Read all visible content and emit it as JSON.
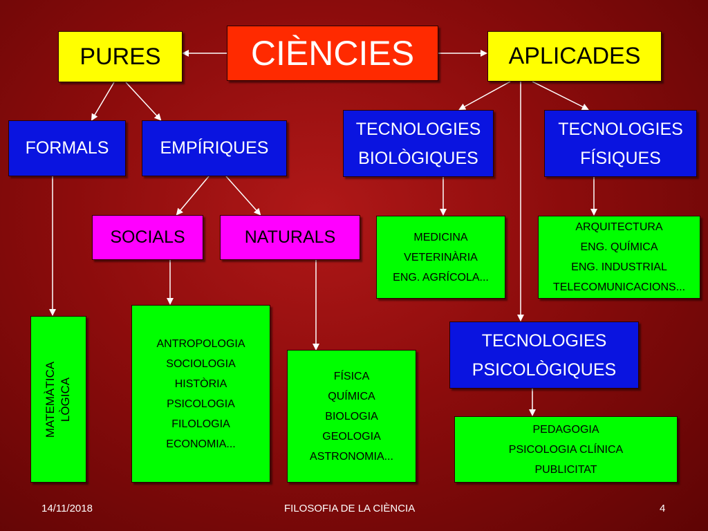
{
  "nodes": {
    "ciencies": "CIÈNCIES",
    "pures": "PURES",
    "aplicades": "APLICADES",
    "formals": "FORMALS",
    "empiriques": "EMPÍRIQUES",
    "socials": "SOCIALS",
    "naturals": "NATURALS",
    "tec_biologiques": [
      "TECNOLOGIES",
      "BIOLÒGIQUES"
    ],
    "tec_fisiques": [
      "TECNOLOGIES",
      "FÍSIQUES"
    ],
    "tec_psicologiques": [
      "TECNOLOGIES",
      "PSICOLÒGIQUES"
    ],
    "formals_list": [
      "MATEMÀTICA",
      "LÒGICA"
    ],
    "socials_list": [
      "ANTROPOLOGIA",
      "SOCIOLOGIA",
      "HISTÒRIA",
      "PSICOLOGIA",
      "FILOLOGIA",
      "ECONOMIA..."
    ],
    "naturals_list": [
      "FÍSICA",
      "QUÍMICA",
      "BIOLOGIA",
      "GEOLOGIA",
      "ASTRONOMIA..."
    ],
    "biologiques_list": [
      "MEDICINA",
      "VETERINÀRIA",
      "ENG. AGRÍCOLA..."
    ],
    "fisiques_list": [
      "ARQUITECTURA",
      "ENG. QUÍMICA",
      "ENG. INDUSTRIAL",
      "TELECOMUNICACIONS..."
    ],
    "psicologiques_list": [
      "PEDAGOGIA",
      "PSICOLOGIA CLÍNICA",
      "PUBLICITAT"
    ]
  },
  "footer": {
    "date": "14/11/2018",
    "title": "FILOSOFIA DE LA CIÈNCIA",
    "page": "4"
  },
  "colors": {
    "yellow": "#ffff00",
    "red": "#ff2a00",
    "blue": "#0a14e0",
    "magenta": "#ff00ff",
    "green": "#00ff00",
    "connector": "#ffffff"
  }
}
